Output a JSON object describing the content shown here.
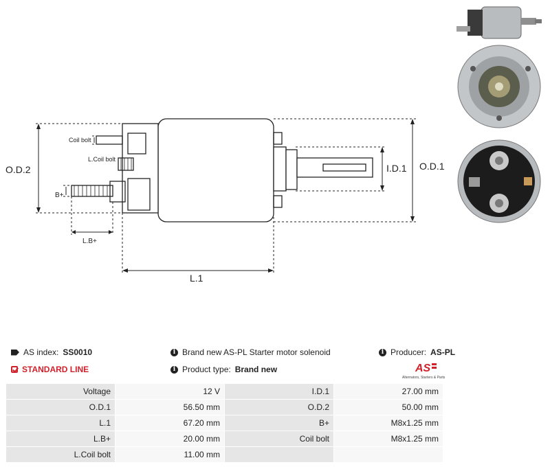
{
  "drawing": {
    "labels": {
      "od2": "O.D.2",
      "od1": "O.D.1",
      "id1": "I.D.1",
      "l1": "L.1",
      "lb": "L.B+",
      "bplus": "B+",
      "coil_bolt": "Coil bolt",
      "l_coil_bolt": "L.Coil bolt"
    }
  },
  "info": {
    "as_index_label": "AS index:",
    "as_index_value": "SS0010",
    "standard_line": "STANDARD LINE",
    "description": "Brand new AS-PL Starter motor solenoid",
    "product_type_label": "Product type:",
    "product_type_value": "Brand new",
    "producer_label": "Producer:",
    "producer_value": "AS-PL",
    "logo_text": "AS",
    "logo_subtitle": "Alternators, Starters & Parts"
  },
  "specs": [
    {
      "l1": "Voltage",
      "v1": "12 V",
      "l2": "I.D.1",
      "v2": "27.00 mm"
    },
    {
      "l1": "O.D.1",
      "v1": "56.50 mm",
      "l2": "O.D.2",
      "v2": "50.00 mm"
    },
    {
      "l1": "L.1",
      "v1": "67.20 mm",
      "l2": "B+",
      "v2": "M8x1.25 mm"
    },
    {
      "l1": "L.B+",
      "v1": "20.00 mm",
      "l2": "Coil bolt",
      "v2": "M8x1.25 mm"
    },
    {
      "l1": "L.Coil bolt",
      "v1": "11.00 mm",
      "l2": "",
      "v2": ""
    }
  ],
  "colors": {
    "accent": "#d0202a",
    "label_bg": "#e6e6e6",
    "value_bg": "#f7f7f7"
  }
}
